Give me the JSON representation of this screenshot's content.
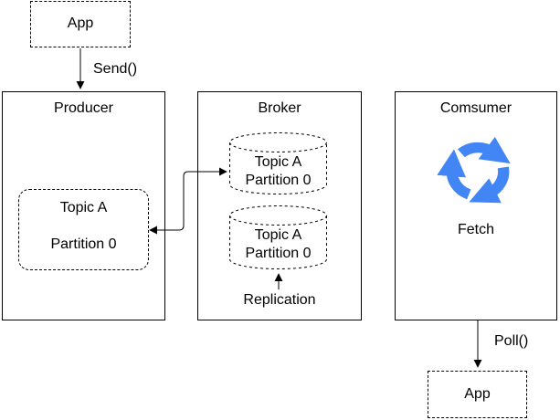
{
  "diagram": {
    "app_source": {
      "label": "App"
    },
    "send_label": "Send()",
    "producer": {
      "title": "Producer",
      "topic": {
        "line1": "Topic A",
        "line2": "Partition 0"
      }
    },
    "broker": {
      "title": "Broker",
      "partitions": [
        {
          "line1": "Topic A",
          "line2": "Partition 0"
        },
        {
          "line1": "Topic A",
          "line2": "Partition 0"
        }
      ],
      "replication_label": "Replication"
    },
    "consumer": {
      "title": "Comsumer",
      "fetch_label": "Fetch"
    },
    "poll_label": "Poll()",
    "app_sink": {
      "label": "App"
    },
    "colors": {
      "accent_blue": "#4285F4",
      "stroke": "#000000",
      "background": "#ffffff"
    }
  }
}
